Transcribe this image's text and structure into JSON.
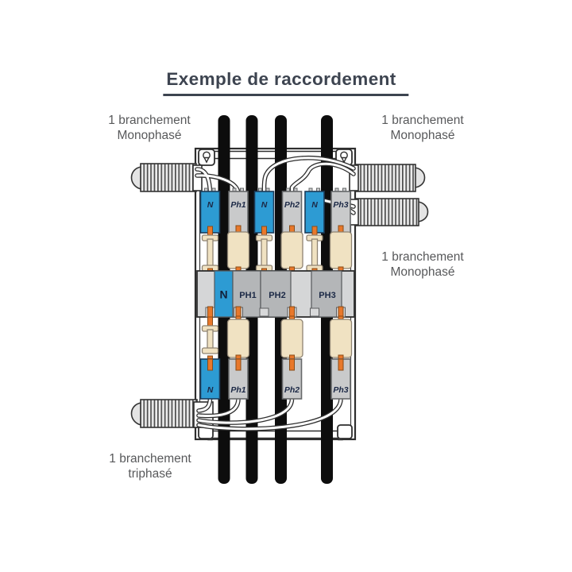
{
  "title": "Exemple de raccordement",
  "annotations": {
    "top_left": {
      "line1": "1 branchement",
      "line2": "Monophasé"
    },
    "top_right": {
      "line1": "1 branchement",
      "line2": "Monophasé"
    },
    "mid_right": {
      "line1": "1 branchement",
      "line2": "Monophasé"
    },
    "bottom": {
      "line1": "1 branchement",
      "line2": "triphasé"
    }
  },
  "box": {
    "top_terminals": [
      {
        "label": "N",
        "type": "neutral"
      },
      {
        "label": "Ph1",
        "type": "phase"
      },
      {
        "label": "N",
        "type": "neutral"
      },
      {
        "label": "Ph2",
        "type": "phase"
      },
      {
        "label": "N",
        "type": "neutral"
      },
      {
        "label": "Ph3",
        "type": "phase"
      }
    ],
    "distribution_blocks": [
      {
        "label": "N",
        "type": "neutral"
      },
      {
        "label": "PH1",
        "type": "phase"
      },
      {
        "label": "PH2",
        "type": "phase"
      },
      {
        "label": "PH3",
        "type": "phase"
      }
    ],
    "bottom_terminals": [
      {
        "label": "N",
        "type": "neutral"
      },
      {
        "label": "Ph1",
        "type": "phase"
      },
      {
        "label": "Ph2",
        "type": "phase"
      },
      {
        "label": "Ph3",
        "type": "phase"
      }
    ]
  },
  "colors": {
    "neutral_blue": "#2D9BD3",
    "phase_gray": "#C9CACB",
    "busbar_gray": "#B4B6B8",
    "busbar_light": "#D5D6D7",
    "connector_beige": "#F0E2C2",
    "screw_orange": "#E8782B",
    "cable_black": "#0D0D0D",
    "label_navy": "#1C2946",
    "note_gray": "#58595B",
    "title_color": "#3D4450"
  }
}
